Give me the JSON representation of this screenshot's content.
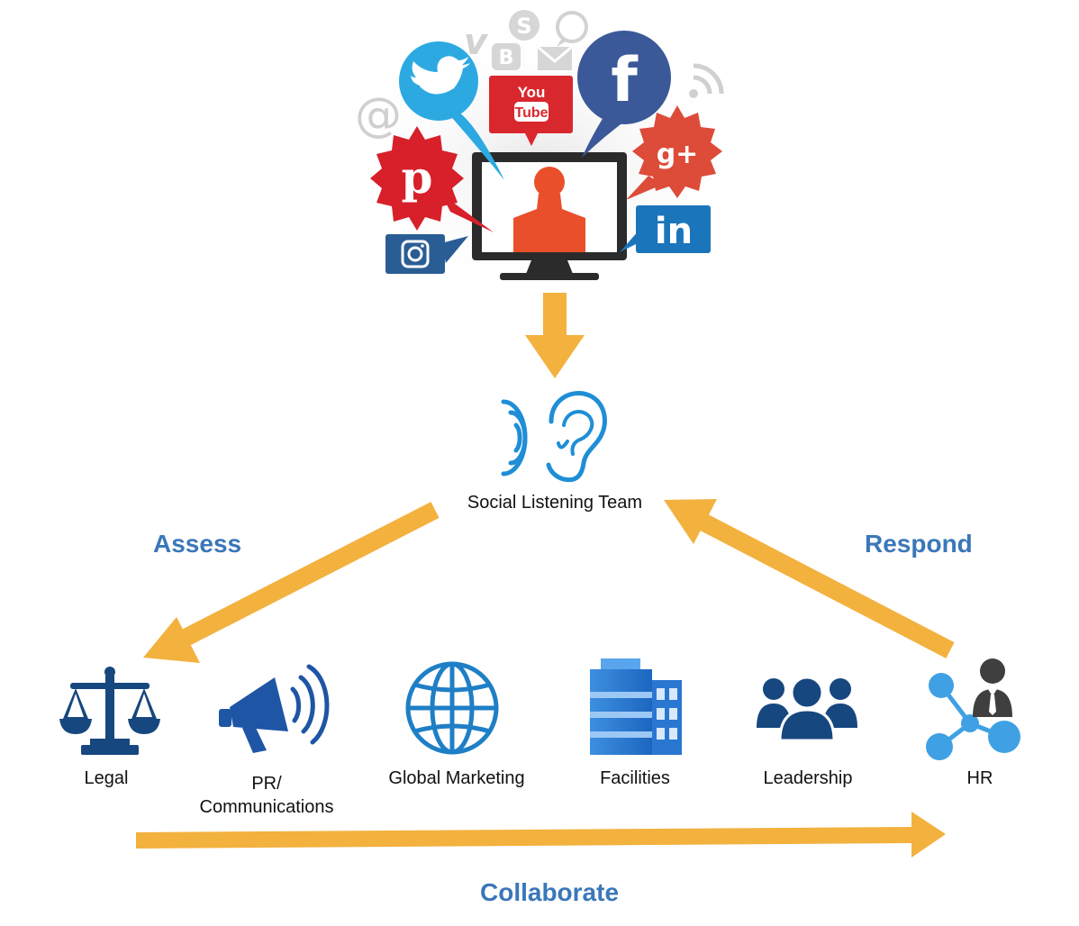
{
  "center": {
    "label": "Social Listening Team"
  },
  "actions": {
    "assess": "Assess",
    "respond": "Respond",
    "collaborate": "Collaborate"
  },
  "departments": [
    {
      "label": "Legal",
      "icon": "scales-of-justice-icon"
    },
    {
      "label": "PR/\nCommunications",
      "icon": "megaphone-icon"
    },
    {
      "label": "Global Marketing",
      "icon": "globe-icon"
    },
    {
      "label": "Facilities",
      "icon": "building-icon"
    },
    {
      "label": "Leadership",
      "icon": "group-people-icon"
    },
    {
      "label": "HR",
      "icon": "network-person-icon"
    }
  ],
  "social_logos": {
    "youtube": {
      "line1": "You",
      "line2": "Tube"
    },
    "facebook": "f",
    "google_plus": "g+",
    "linkedin": "in",
    "pinterest": "p",
    "at_sign": "@",
    "vimeo": "v",
    "skype": "S",
    "blogger": "B"
  },
  "colors": {
    "arrow": "#f3b13e",
    "accent_text": "#3a77b9",
    "dark_blue": "#1d4f8c",
    "mid_blue": "#1e7fc6",
    "twitter": "#2da9e1",
    "facebook": "#3b5998",
    "youtube": "#d9272e",
    "pinterest": "#d7202a",
    "linkedin": "#1b75bb",
    "instagram": "#2b5d95",
    "google_plus": "#dd4b39",
    "person": "#e84f2a"
  }
}
